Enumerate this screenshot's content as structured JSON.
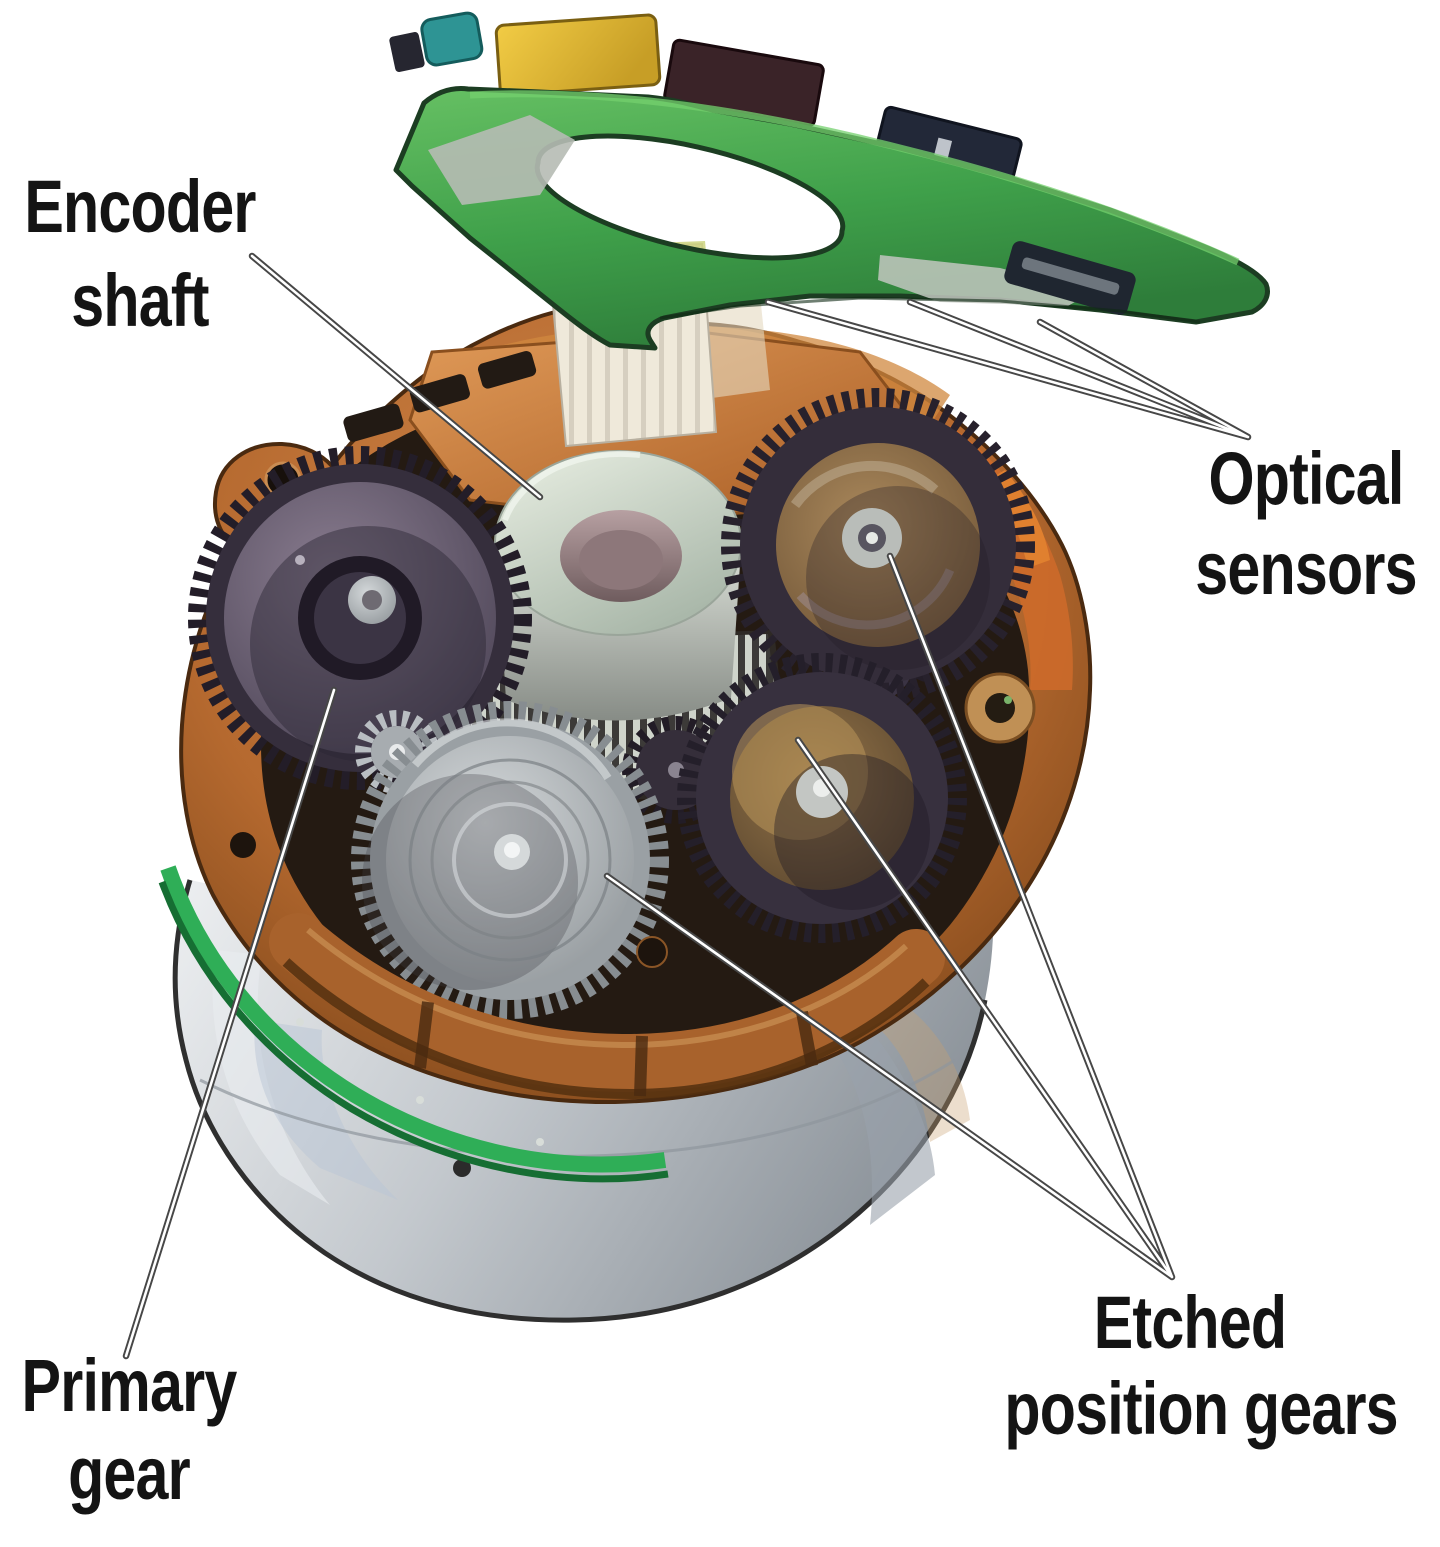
{
  "figure": {
    "type": "annotated-cutaway-photo",
    "subject": "Optical rotary encoder internals with geartrain, optical sensor PCB and etched position gears",
    "callouts": {
      "encoder_shaft": {
        "line1": "Encoder",
        "line2": "shaft"
      },
      "optical_sensors": {
        "line1": "Optical",
        "line2": "sensors"
      },
      "primary_gear": {
        "line1": "Primary",
        "line2": "gear"
      },
      "etched_position_gears": {
        "line1": "Etched",
        "line2": "position gears"
      }
    },
    "palette": {
      "background": "#ffffff",
      "label_text": "#141414",
      "leader_line_casing": "#474747",
      "leader_line_core": "#ffffff",
      "pcb_green": "#3fa04a",
      "component_yellow": "#e8bf3c",
      "component_teal": "#2e9494",
      "ribbon_cream": "#efe9da",
      "housing_copper": "#b5692f",
      "gear_dark": "#352e3c",
      "gear_silver": "#9aa0a4",
      "etched_disc_bronze": "#8a6b44",
      "shaft_silver": "#c9d2c6",
      "drum_silver": "#c3c8cd",
      "green_ring": "#2fae57"
    }
  }
}
